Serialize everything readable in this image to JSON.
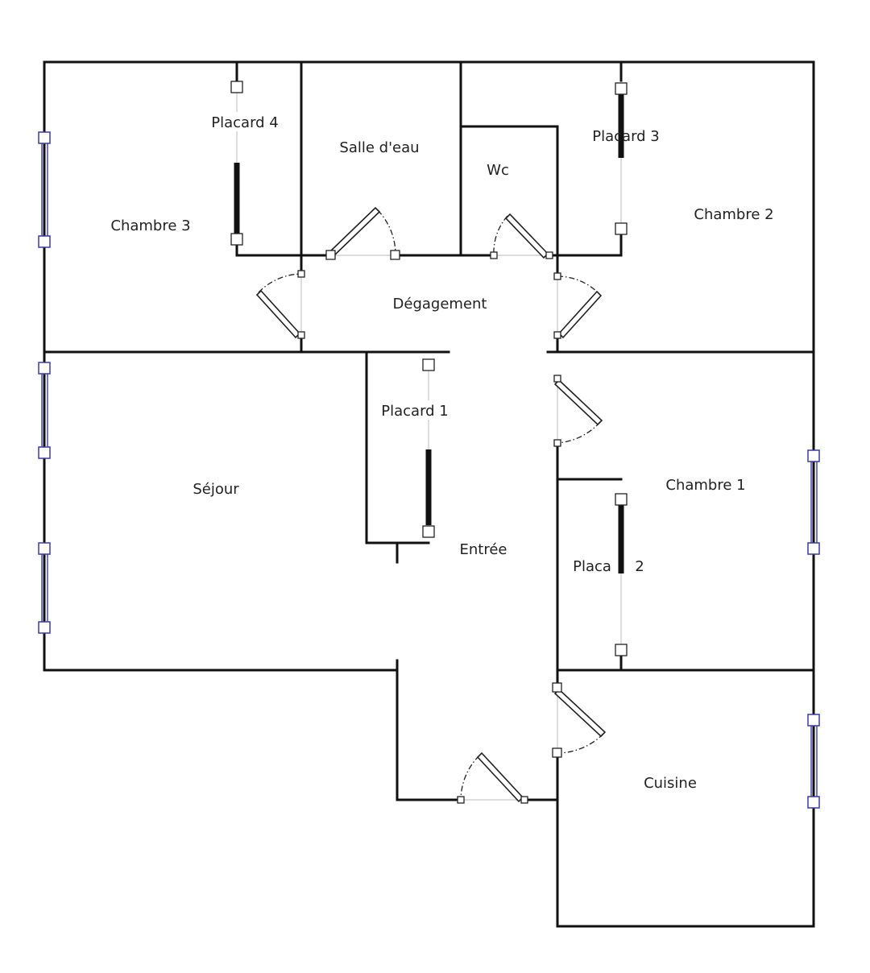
{
  "rooms": {
    "chambre3": "Chambre 3",
    "placard4": "Placard 4",
    "salle_deau": "Salle d'eau",
    "wc": "Wc",
    "placard3": "Placard 3",
    "chambre2": "Chambre 2",
    "degagement": "Dégagement",
    "placard1": "Placard 1",
    "sejour": "Séjour",
    "entree": "Entrée",
    "chambre1": "Chambre 1",
    "placard2_left": "Placa",
    "placard2_right": "2",
    "cuisine": "Cuisine"
  },
  "colors": {
    "wall": "#111111",
    "window": "#3b3ba8",
    "background": "#ffffff"
  }
}
